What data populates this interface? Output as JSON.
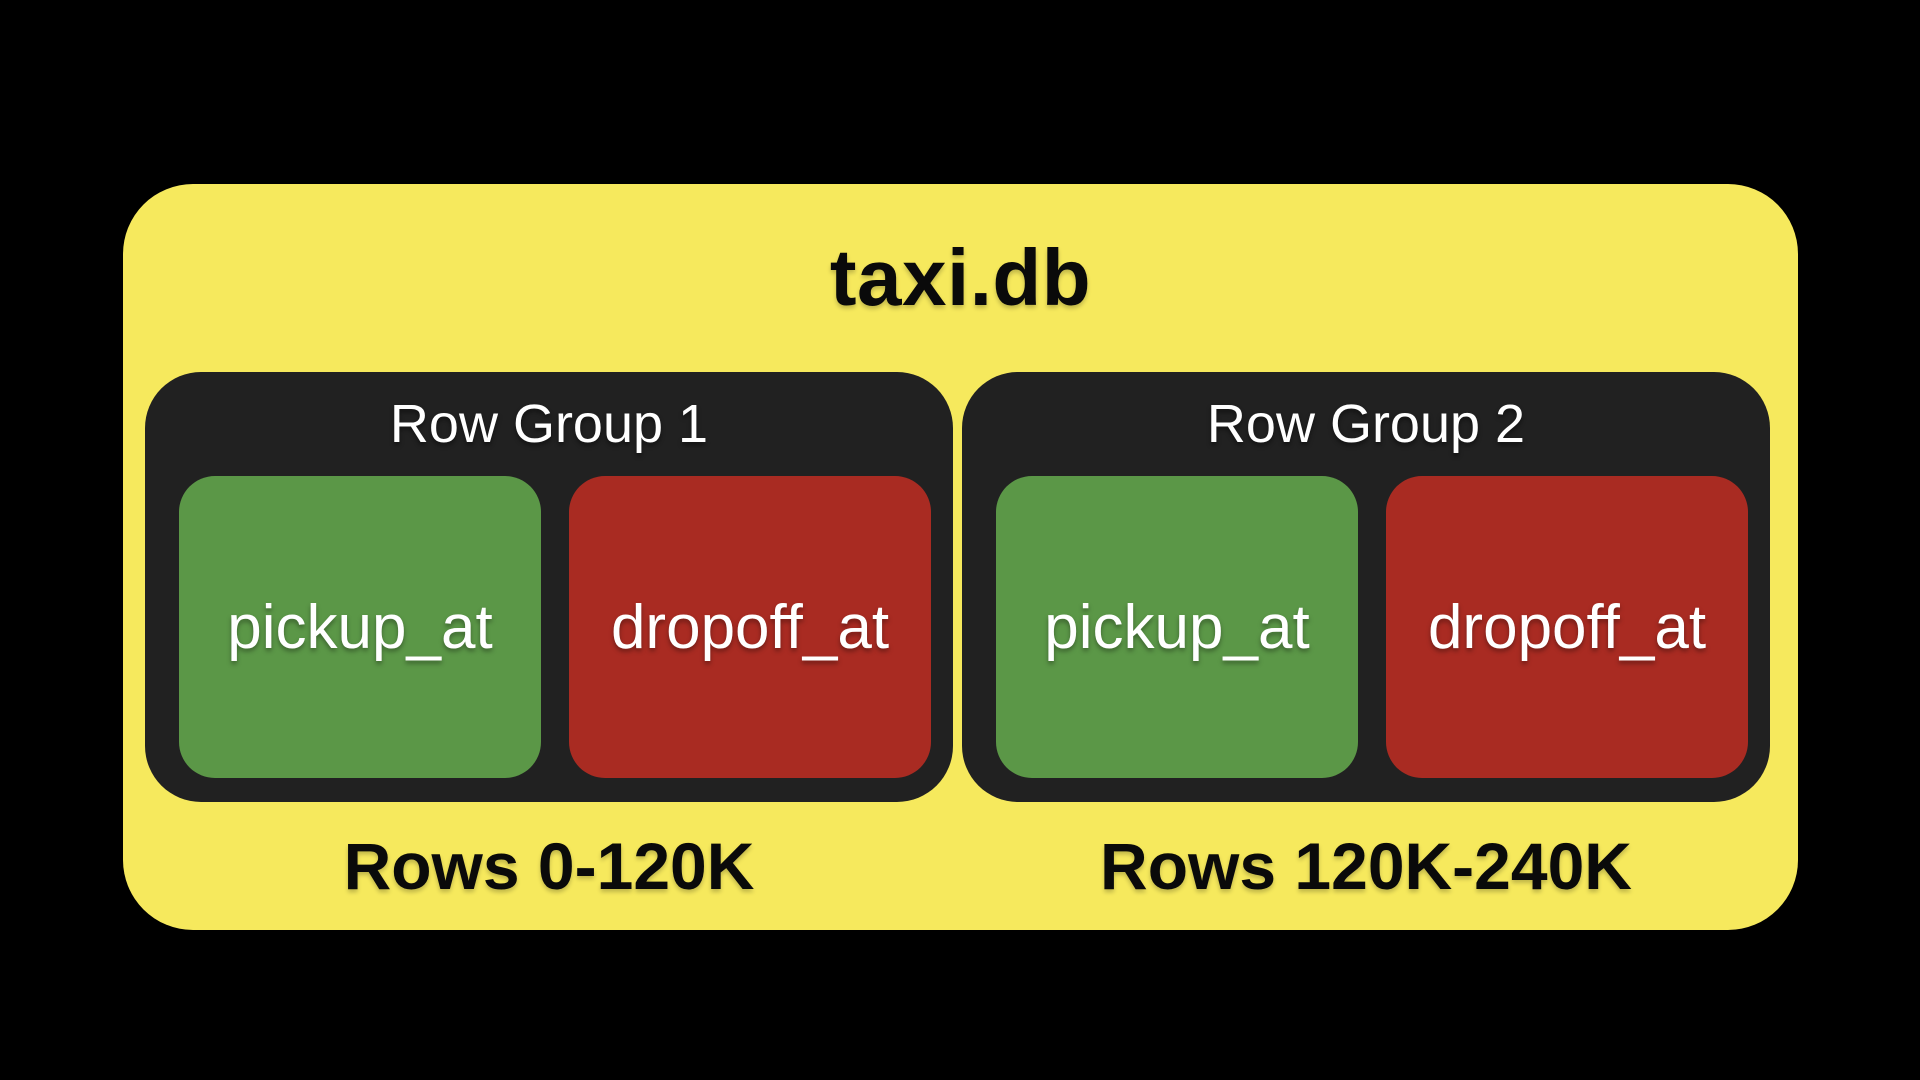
{
  "diagram": {
    "title": "taxi.db",
    "row_groups": [
      {
        "header": "Row Group 1",
        "columns": [
          {
            "label": "pickup_at"
          },
          {
            "label": "dropoff_at"
          }
        ],
        "caption": "Rows 0-120K"
      },
      {
        "header": "Row Group 2",
        "columns": [
          {
            "label": "pickup_at"
          },
          {
            "label": "dropoff_at"
          }
        ],
        "caption": "Rows 120K-240K"
      }
    ]
  },
  "colors": {
    "page_background": "#000000",
    "file_container": "#F6E95D",
    "row_group_container": "#212121",
    "pickup_column": "#5B9747",
    "dropoff_column": "#A92B22",
    "title_text": "#0A0A0A",
    "light_text": "#FFFFFF"
  }
}
